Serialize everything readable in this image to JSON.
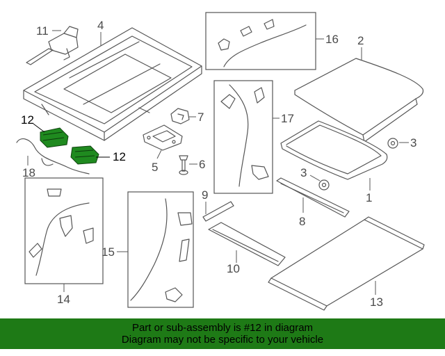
{
  "colors": {
    "banner_bg": "#1e7a16",
    "highlight_part": "#1f8a1f",
    "line_art": "#555555",
    "callout_text": "#4a4a4a"
  },
  "callouts": {
    "c1": "1",
    "c2": "2",
    "c3a": "3",
    "c3b": "3",
    "c4": "4",
    "c5": "5",
    "c6": "6",
    "c7": "7",
    "c8": "8",
    "c9": "9",
    "c10": "10",
    "c11": "11",
    "c12a": "12",
    "c12b": "12",
    "c13": "13",
    "c14": "14",
    "c15": "15",
    "c16": "16",
    "c17": "17",
    "c18": "18"
  },
  "banner": {
    "line1": "Part or sub-assembly is #12 in diagram",
    "line2": "Diagram may not be specific to your vehicle"
  }
}
